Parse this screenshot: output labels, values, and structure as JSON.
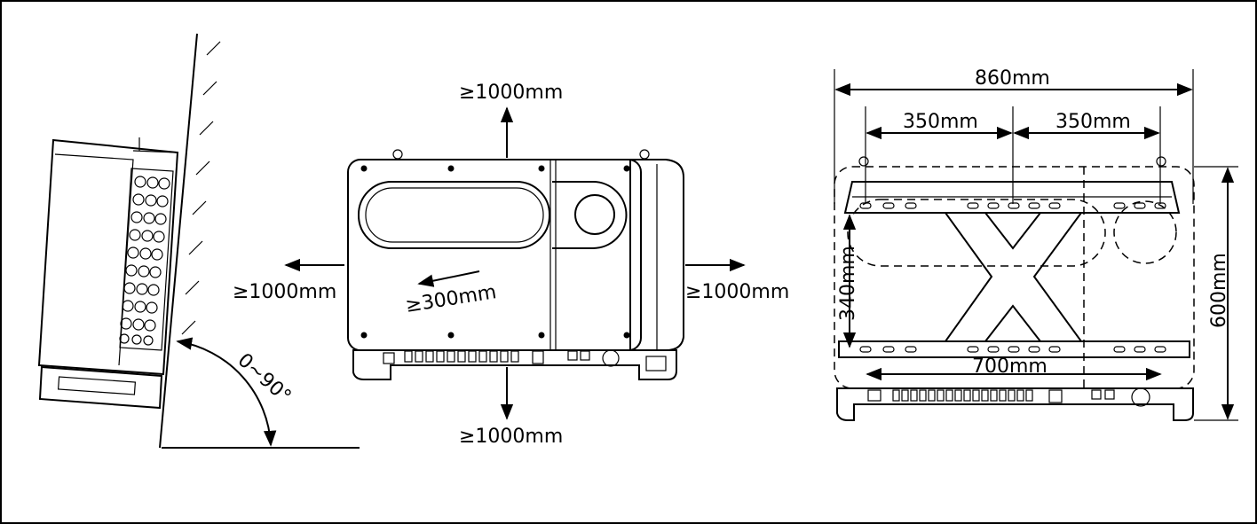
{
  "side_view": {
    "angle_label": "0~90°"
  },
  "clearance_view": {
    "top": "≥1000mm",
    "bottom": "≥1000mm",
    "left": "≥1000mm",
    "right": "≥1000mm",
    "front": "≥300mm"
  },
  "bracket_view": {
    "overall_width": "860mm",
    "hole_spacing_left": "350mm",
    "hole_spacing_right": "350mm",
    "bracket_height": "340mm",
    "lower_span": "700mm",
    "overall_height": "600mm"
  }
}
